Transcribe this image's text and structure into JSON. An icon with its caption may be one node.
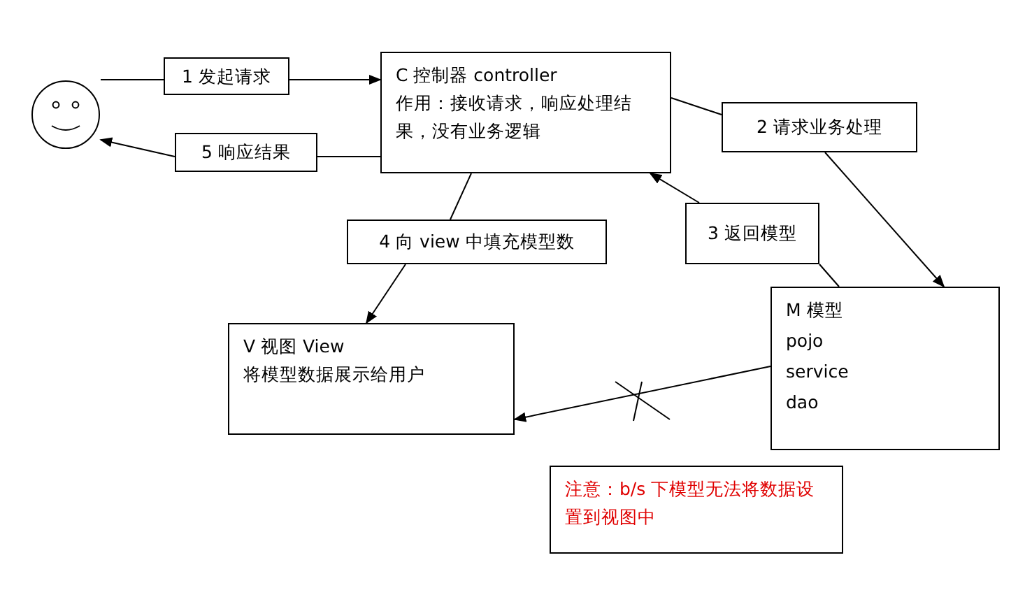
{
  "diagram": {
    "nodes": [
      {
        "text": [],
        "shape": "circle"
      },
      {
        "text": [
          "1 发起请求"
        ]
      },
      {
        "text": [
          "C 控制器 controller",
          "作用：接收请求，响应处理结果，没有业务逻辑"
        ]
      },
      {
        "text": [
          "5 响应结果"
        ]
      },
      {
        "text": [
          "2 请求业务处理"
        ]
      },
      {
        "text": [
          "3 返回模型"
        ]
      },
      {
        "text": [
          "4 向 view 中填充模型数"
        ]
      },
      {
        "text": [
          "M 模型",
          "pojo",
          "service",
          "dao"
        ]
      },
      {
        "text": [
          "V 视图 View",
          "将模型数据展示给用户"
        ]
      },
      {
        "text": [
          "注意：b/s 下模型无法将数据设置到视图中"
        ]
      }
    ],
    "edges": [
      {
        "from": 0,
        "to": 1,
        "arrow": "none"
      },
      {
        "from": 1,
        "to": 2,
        "arrow": "to"
      },
      {
        "from": 2,
        "to": 3,
        "arrow": "none"
      },
      {
        "from": 3,
        "to": 0,
        "arrow": "to"
      },
      {
        "from": 2,
        "to": 4,
        "arrow": "none"
      },
      {
        "from": 4,
        "to": 7,
        "arrow": "to"
      },
      {
        "from": 7,
        "to": 5,
        "arrow": "none"
      },
      {
        "from": 5,
        "to": 2,
        "arrow": "to"
      },
      {
        "from": 2,
        "to": 6,
        "arrow": "none"
      },
      {
        "from": 6,
        "to": 8,
        "arrow": "to"
      },
      {
        "from": 7,
        "to": 8,
        "arrow": "to"
      }
    ]
  }
}
